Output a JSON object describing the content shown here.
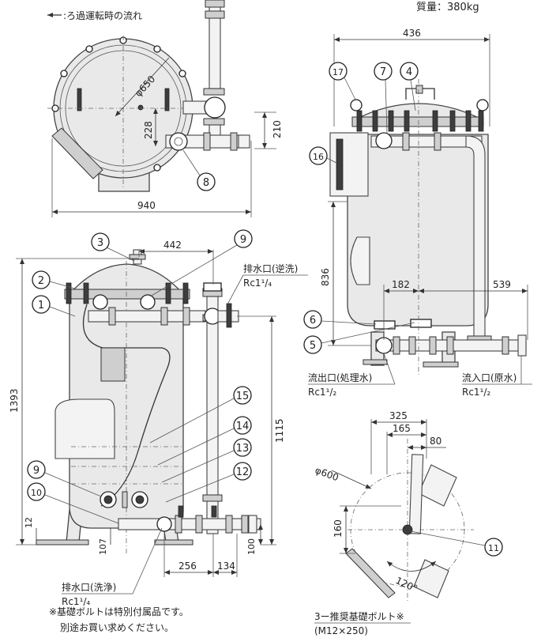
{
  "header": {
    "flow_legend": ":ろ過運転時の流れ",
    "mass": "質量：380kg"
  },
  "dims": {
    "d650": "φ650",
    "d228": "228",
    "d210": "210",
    "d940": "940",
    "d442": "442",
    "d1393": "1393",
    "d1115": "1115",
    "d12": "12",
    "d107": "107",
    "d100": "100",
    "d256": "256",
    "d134": "134",
    "d436": "436",
    "d836": "836",
    "d182": "182",
    "d539": "539",
    "d325": "325",
    "d165": "165",
    "d80": "80",
    "d600": "φ600",
    "d160": "160",
    "a120": "120°"
  },
  "balloons": {
    "b1": "1",
    "b2": "2",
    "b3": "3",
    "b4": "4",
    "b5": "5",
    "b6": "6",
    "b7": "7",
    "b8": "8",
    "b9a": "9",
    "b9b": "9",
    "b10": "10",
    "b11": "11",
    "b12": "12",
    "b13": "13",
    "b14": "14",
    "b15": "15",
    "b16": "16",
    "b17": "17"
  },
  "labels": {
    "drain_backwash": "排水口(逆洗)",
    "drain_backwash_size": "Rc1¹/₄",
    "drain_wash": "排水口(洗浄)",
    "drain_wash_size": "Rc1¹/₄",
    "outlet": "流出口(処理水)",
    "outlet_size": "Rc1¹/₂",
    "inlet": "流入口(原水)",
    "inlet_size": "Rc1¹/₂",
    "anchor_bolt": "3ー推奨基礎ボルト※",
    "anchor_bolt_size": "(M12×250)"
  },
  "notes": {
    "line1": "※基礎ボルトは特別付属品です。",
    "line2": "別途お買い求めください。"
  }
}
